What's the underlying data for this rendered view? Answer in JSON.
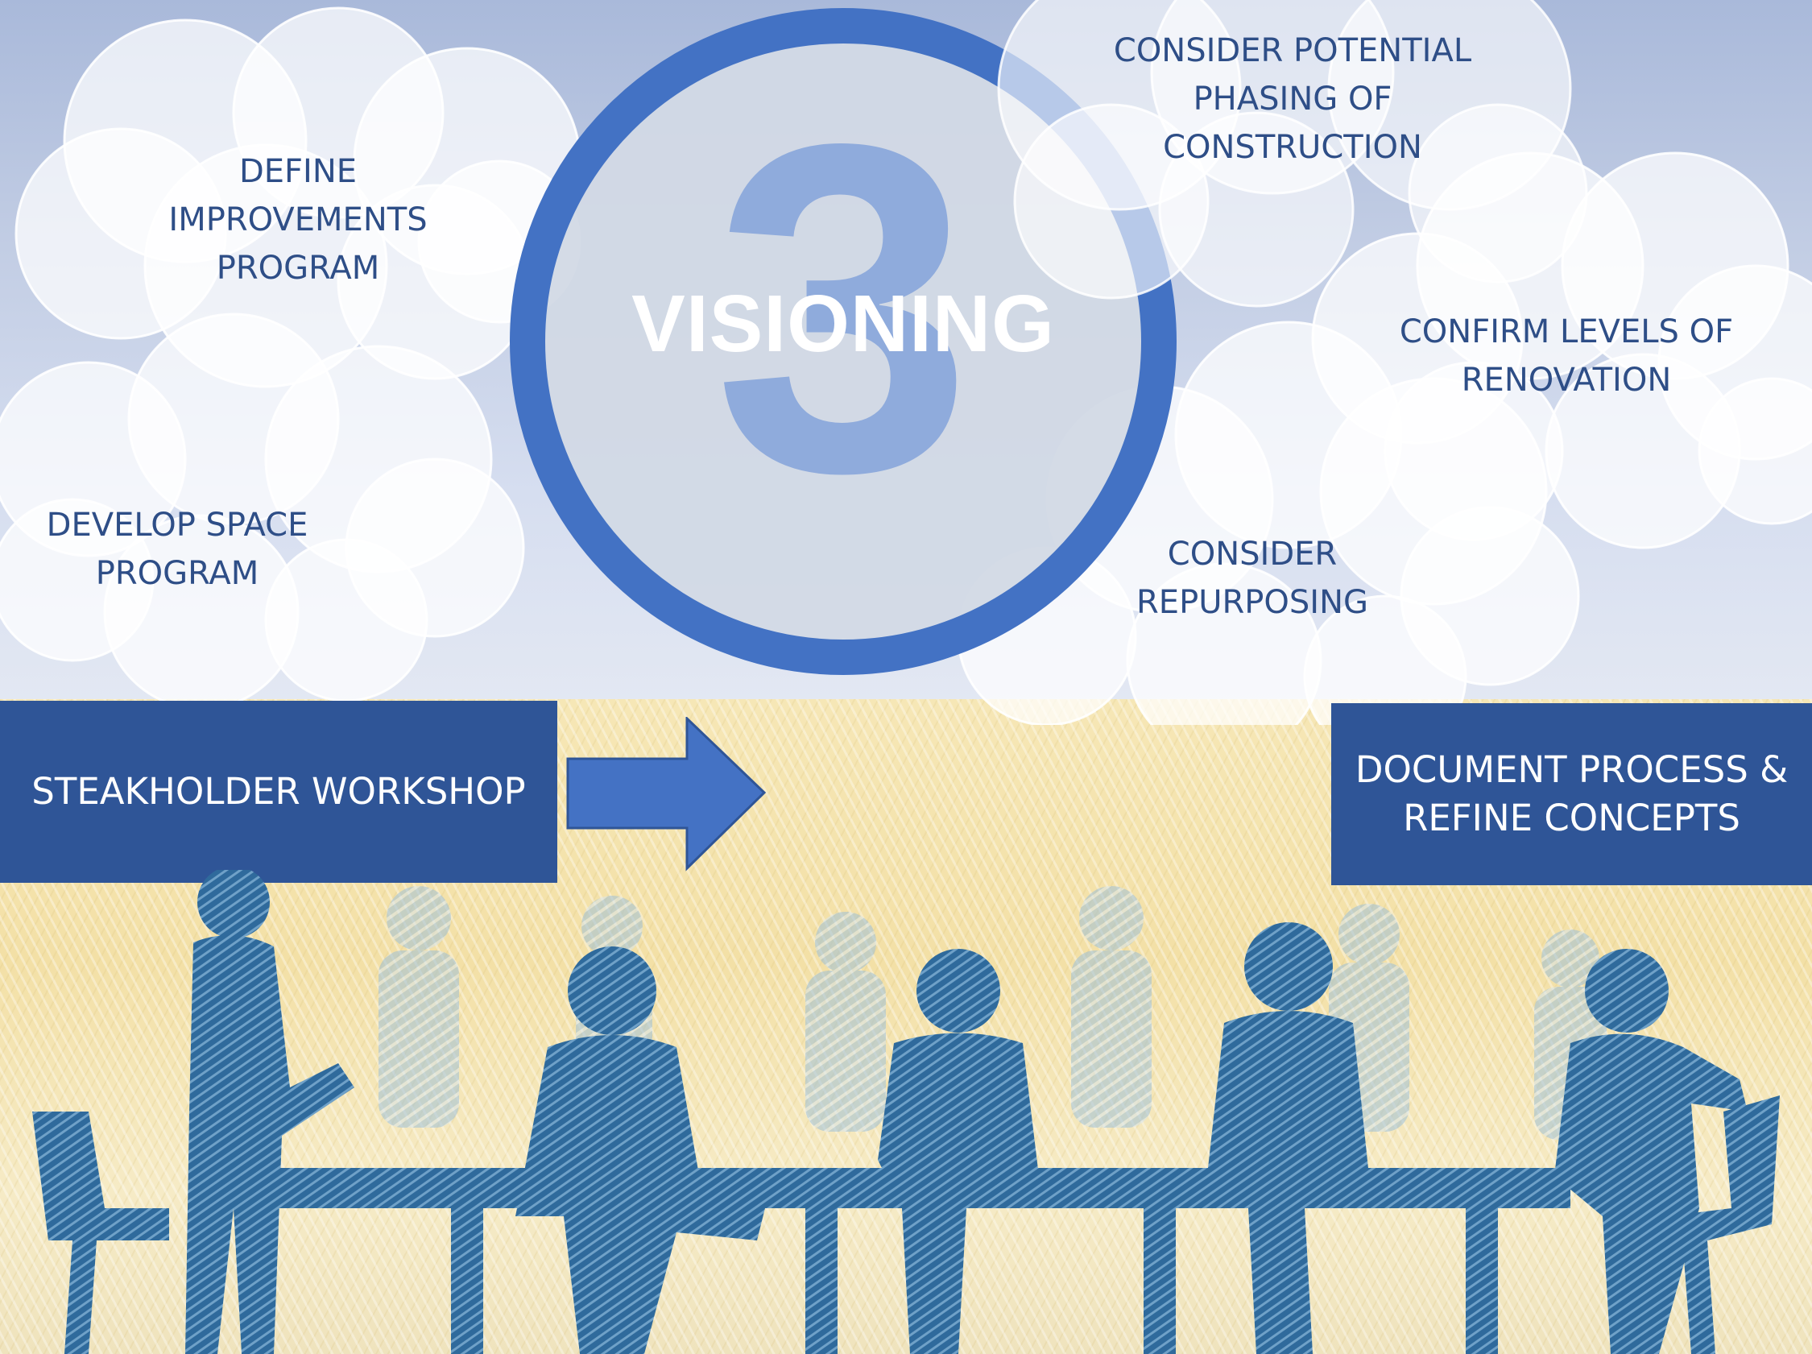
{
  "diagram": {
    "step_number": "3",
    "step_title": "VISIONING",
    "goals": [
      {
        "id": "define-improvements",
        "text": "DEFINE\nIMPROVEMENTS\nPROGRAM"
      },
      {
        "id": "develop-space",
        "text": "DEVELOP SPACE\nPROGRAM"
      },
      {
        "id": "consider-phasing",
        "text": "CONSIDER POTENTIAL\nPHASING OF\nCONSTRUCTION"
      },
      {
        "id": "confirm-renovation",
        "text": "CONFIRM LEVELS OF\nRENOVATION"
      },
      {
        "id": "consider-repurposing",
        "text": "CONSIDER\nREPURPOSING"
      }
    ],
    "flow": {
      "start_label": "STEAKHOLDER WORKSHOP",
      "end_label": "DOCUMENT PROCESS &\nREFINE CONCEPTS"
    }
  },
  "colors": {
    "ring": "#4372c4",
    "numeral": "#8fabdc",
    "box": "#2f5597",
    "arrow": "#4472c4",
    "label_text": "#2e4e87",
    "people": "#2f6a9c"
  },
  "icons": [
    "cloud-shape",
    "right-arrow-icon",
    "meeting-silhouettes"
  ]
}
